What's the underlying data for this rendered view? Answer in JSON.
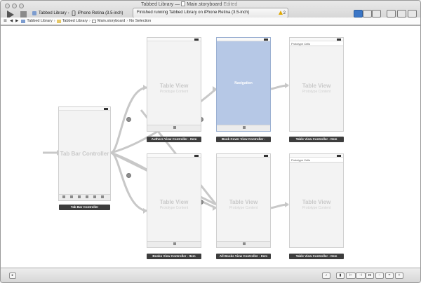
{
  "window": {
    "title": "Tabbed Library",
    "doc_name": "Main.storyboard",
    "edited_label": "Edited",
    "title_sep": "—"
  },
  "toolbar": {
    "run_icon": "play-icon",
    "stop_icon": "stop-icon",
    "scheme_target": "Tabbed Library",
    "scheme_device": "iPhone Retina (3.5-inch)",
    "activity_text": "Finished running Tabbed Library on iPhone Retina (3.5-inch)",
    "warning_count": "2"
  },
  "pathbar": {
    "items": [
      "Tabbed Library",
      "Tabbed Library",
      "Main.storyboard",
      "No Selection"
    ]
  },
  "scenes": {
    "tab_bar_controller": {
      "title": "Tab Bar Controller",
      "caption": "Tab Bar Controller"
    },
    "authors_vc": {
      "title": "Table View",
      "subtitle": "Prototype Content",
      "caption": "Authors View Controller - Item"
    },
    "book_cover_vc": {
      "title": "Navigation",
      "caption": "Book Cover View Controller -"
    },
    "table_vc_top": {
      "header": "Prototype Cells",
      "title": "Table View",
      "subtitle": "Prototype Content",
      "caption": "Table View Controller - Item"
    },
    "books_vc": {
      "title": "Table View",
      "subtitle": "Prototype Content",
      "caption": "Books View Controller - Item"
    },
    "all_books_vc": {
      "title": "Table View",
      "subtitle": "Prototype Content",
      "caption": "All Books View Controller - Item"
    },
    "table_vc_bottom": {
      "header": "Prototype Cells",
      "title": "Table View",
      "subtitle": "Prototype Content",
      "caption": "Table View Controller - Item"
    }
  },
  "colors": {
    "accent": "#3b76c6",
    "selected_scene": "#b6c8e6",
    "caption_bg": "#3d3d3d"
  }
}
